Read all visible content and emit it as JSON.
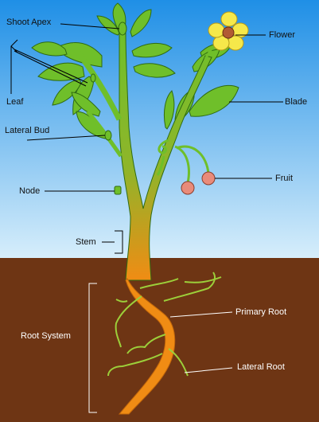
{
  "colors": {
    "sky_top": "#1f8fe6",
    "sky_bottom": "#d7eefb",
    "soil": "#6e3514",
    "plant_green": "#6fbf2a",
    "plant_dark": "#2f6b12",
    "root_orange": "#f08c14",
    "flower_yellow": "#f6e84a",
    "fruit_pink": "#e98b7a",
    "leader_dark": "#000000",
    "leader_light": "#ffffff"
  },
  "labels": {
    "shoot_apex": "Shoot Apex",
    "flower": "Flower",
    "leaf": "Leaf",
    "blade": "Blade",
    "lateral_bud": "Lateral Bud",
    "fruit": "Fruit",
    "node": "Node",
    "stem": "Stem",
    "primary_root": "Primary Root",
    "root_system": "Root System",
    "lateral_root": "Lateral Root"
  }
}
